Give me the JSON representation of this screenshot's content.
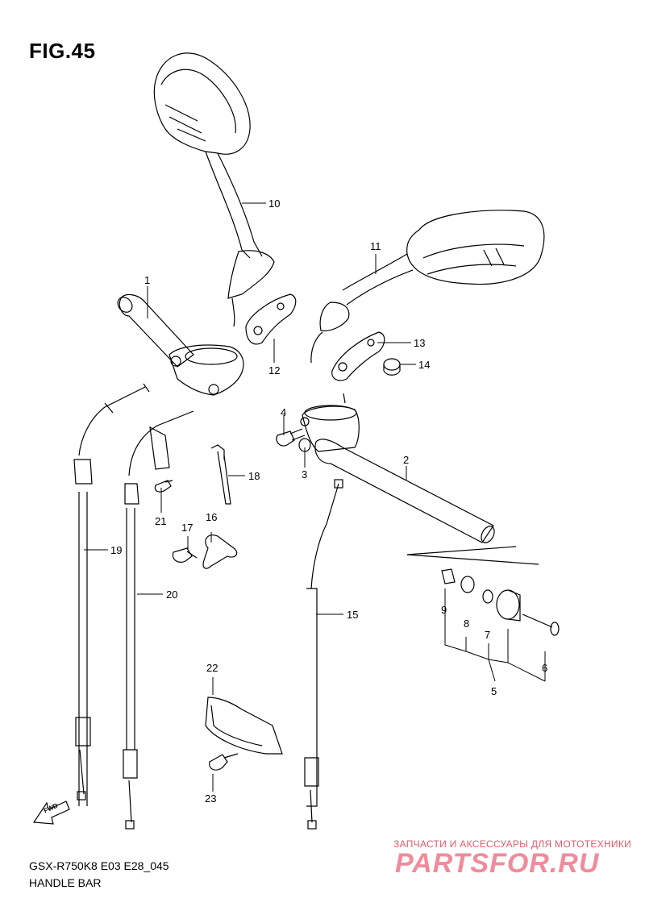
{
  "figure": {
    "title": "FIG.45",
    "model_code": "GSX-R750K8 E03 E28_045",
    "subtitle": "HANDLE BAR"
  },
  "part_labels": [
    "1",
    "2",
    "3",
    "4",
    "5",
    "6",
    "7",
    "8",
    "9",
    "10",
    "11",
    "12",
    "13",
    "14",
    "15",
    "16",
    "17",
    "18",
    "19",
    "20",
    "21",
    "22",
    "23"
  ],
  "fwd_arrow": {
    "text": "FWD"
  },
  "watermark": {
    "top_text": "ЗАПЧАСТИ И АКСЕССУАРЫ ДЛЯ МОТОТЕХНИКИ",
    "logo_text": "PARTSFOR.RU",
    "color": "#ef7f92"
  }
}
